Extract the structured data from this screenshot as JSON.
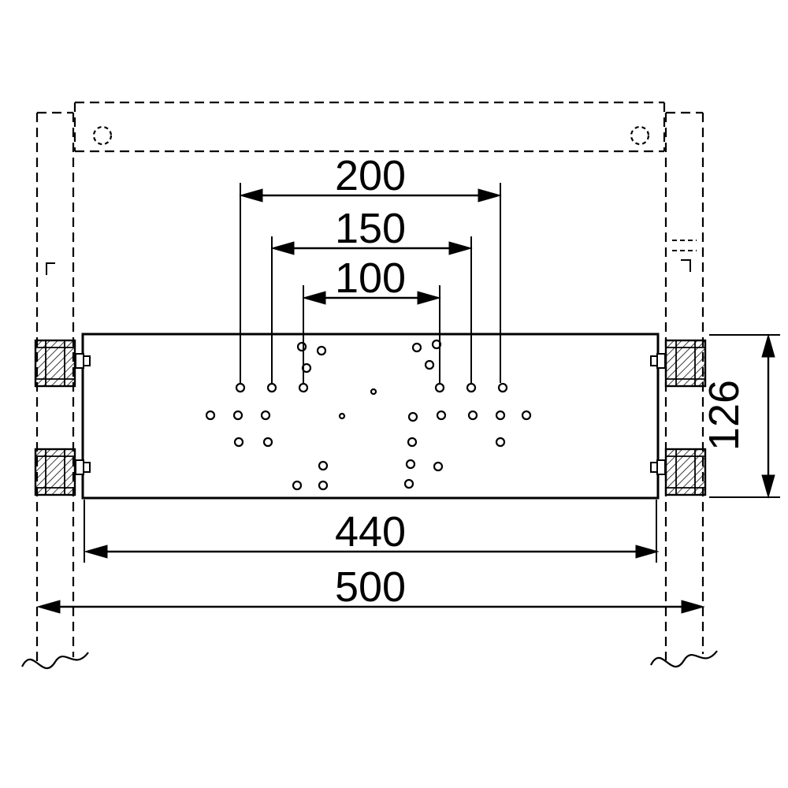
{
  "drawing": {
    "kind": "technical-dimension-drawing",
    "colors": {
      "line": "#000000",
      "background": "#ffffff"
    },
    "labels": {
      "dim_200": "200",
      "dim_150": "150",
      "dim_100": "100",
      "dim_440": "440",
      "dim_500": "500",
      "dim_126": "126"
    }
  }
}
